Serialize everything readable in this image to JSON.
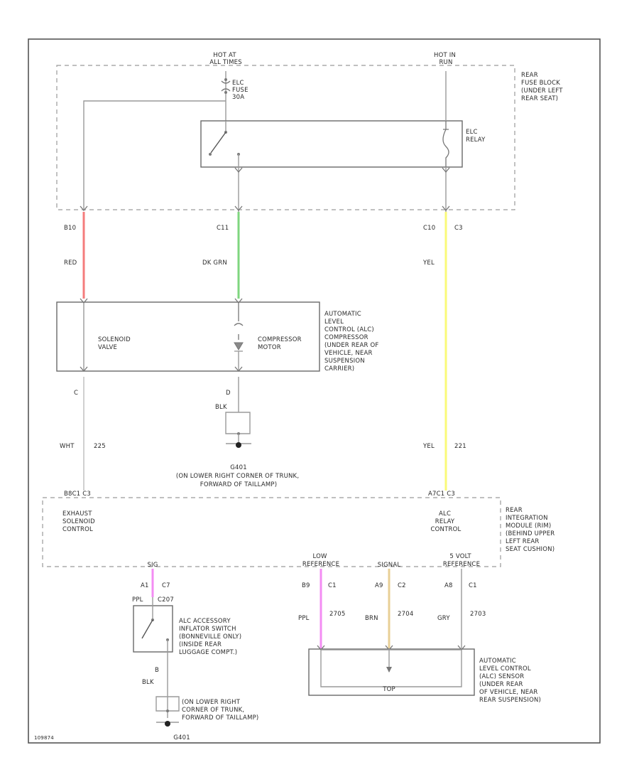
{
  "colors": {
    "red": "#f47c7c",
    "dk_grn": "#7fd67f",
    "yel": "#fafa78",
    "ppl": "#f38cf3",
    "brn": "#e8cf96",
    "gray": "#9a9a9a"
  },
  "hot_at_all_times": [
    "HOT AT",
    "ALL TIMES"
  ],
  "hot_in_run": [
    "HOT IN",
    "RUN"
  ],
  "elc_fuse": [
    "ELC",
    "FUSE",
    "30A"
  ],
  "rear_fuse_block": [
    "REAR",
    "FUSE BLOCK",
    "(UNDER LEFT",
    "REAR SEAT)"
  ],
  "elc_relay": [
    "ELC",
    "RELAY"
  ],
  "pin_b10": "B10",
  "pin_c11": "C11",
  "pin_c10": "C10",
  "conn_c3": "C3",
  "wire_red": "RED",
  "wire_dk_grn": "DK GRN",
  "wire_yel": "YEL",
  "solenoid_valve": [
    "SOLENOID",
    "VALVE"
  ],
  "compressor_motor": [
    "COMPRESSOR",
    "MOTOR"
  ],
  "compressor_desc": [
    "AUTOMATIC",
    "LEVEL",
    "CONTROL (ALC)",
    "COMPRESSOR",
    "(UNDER REAR OF",
    "VEHICLE, NEAR",
    "SUSPENSION",
    "CARRIER)"
  ],
  "pin_c_left": "C",
  "pin_d_mid": "D",
  "wire_blk": "BLK",
  "wire_wht": "WHT",
  "circuit_225": "225",
  "circuit_221": "221",
  "wire_yel_lower": "YEL",
  "ground_g401": "G401",
  "g401_location": [
    "(ON LOWER RIGHT CORNER OF TRUNK,",
    "FORWARD OF TAILLAMP)"
  ],
  "rim_pin_left": "B8C1 C3",
  "rim_pin_right": "A7C1 C3",
  "exhaust_solenoid_control": [
    "EXHAUST",
    "SOLENOID",
    "CONTROL"
  ],
  "alc_relay_control": [
    "ALC",
    "RELAY",
    "CONTROL"
  ],
  "rim_desc": [
    "REAR",
    "INTEGRATION",
    "MODULE (RIM)",
    "(BEHIND UPPER",
    "LEFT REAR",
    "SEAT CUSHION)"
  ],
  "rim_bottom_left": "SIG",
  "low_reference": [
    "LOW",
    "REFERENCE"
  ],
  "signal": "SIGNAL",
  "five_volt_reference": [
    "5 VOLT",
    "REFERENCE"
  ],
  "pin_a1": "A1",
  "conn_c7": "C7",
  "wire_ppl_upper": "PPL",
  "conn_c207": "C207",
  "inflator_switch": [
    "ALC ACCESSORY",
    "INFLATOR SWITCH",
    "(BONNEVILLE ONLY)",
    "(INSIDE REAR",
    "LUGGAGE COMPT.)"
  ],
  "pin_b_sw": "B",
  "wire_blk_sw": "BLK",
  "lower_ground_location": [
    "(ON LOWER RIGHT",
    "CORNER OF TRUNK,",
    "FORWARD OF TAILLAMP)"
  ],
  "pin_b9": "B9",
  "conn_c1_a": "C1",
  "pin_a9": "A9",
  "conn_c2": "C2",
  "pin_a8": "A8",
  "conn_c1_b": "C1",
  "wire_ppl_lower": "PPL",
  "wire_brn": "BRN",
  "wire_gry": "GRY",
  "circuit_2705": "2705",
  "circuit_2704": "2704",
  "circuit_2703": "2703",
  "sensor_desc": [
    "AUTOMATIC",
    "LEVEL CONTROL",
    "(ALC) SENSOR",
    "(UNDER REAR",
    "OF VEHICLE, NEAR",
    "REAR SUSPENSION)"
  ],
  "sensor_inner": "TOP",
  "ground_g401_lower": "G401",
  "figure_id": "109874"
}
